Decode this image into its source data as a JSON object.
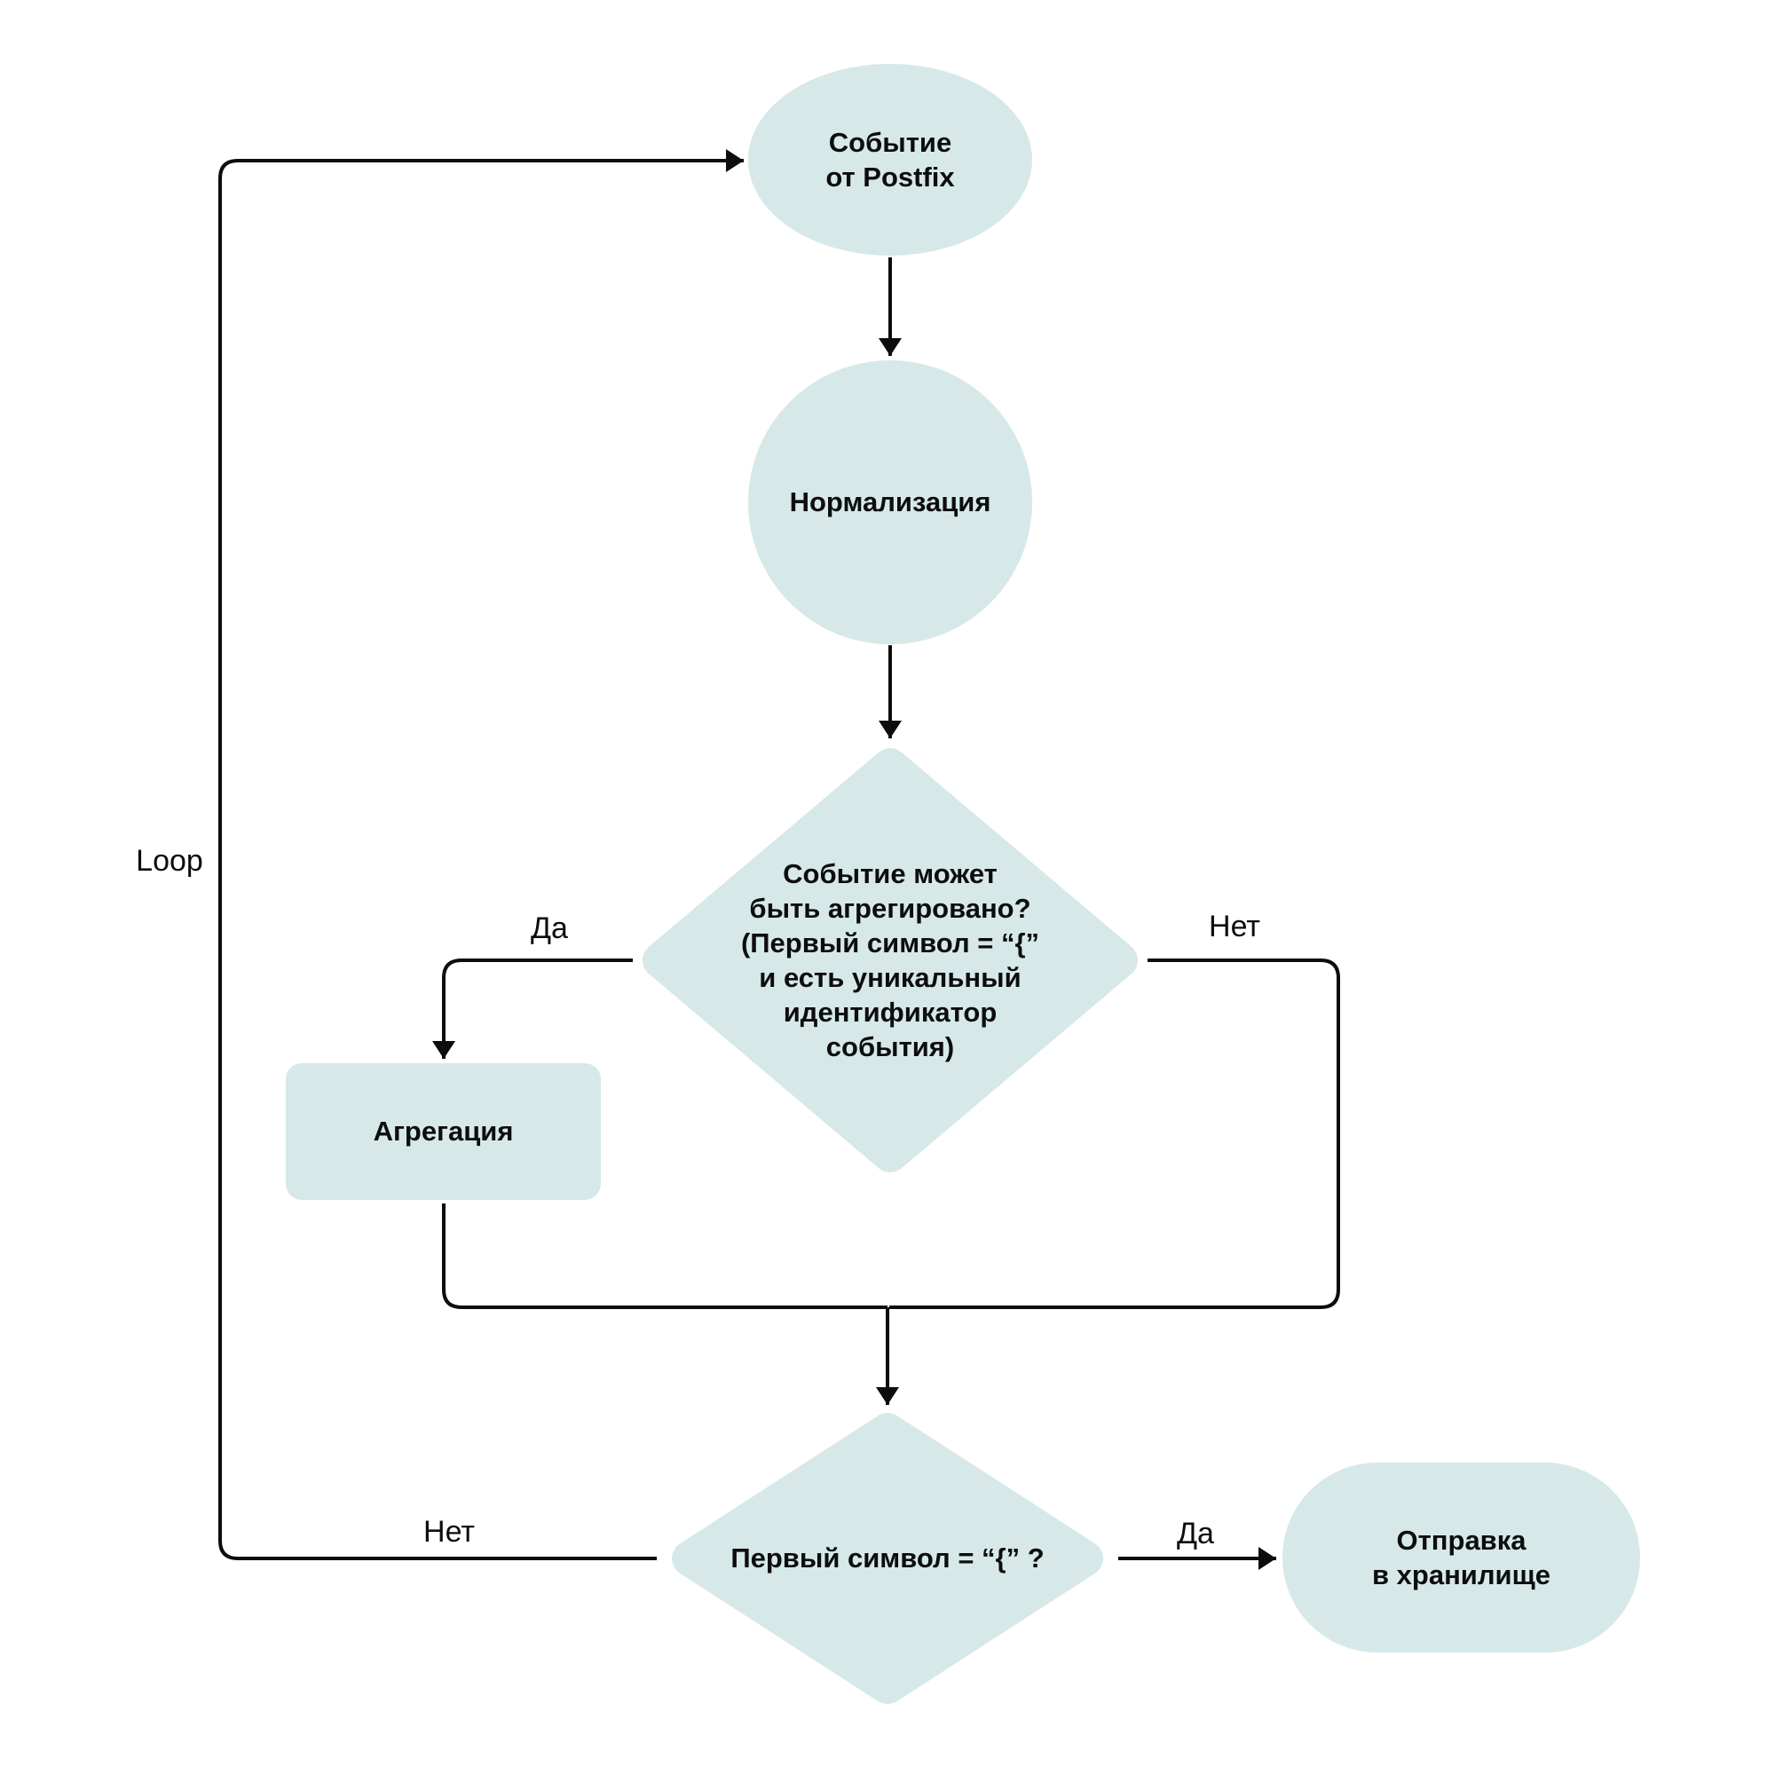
{
  "colors": {
    "node_fill": "#d7e8e8",
    "line": "#0d0d0d",
    "text": "#0d0d0d"
  },
  "nodes": {
    "start": {
      "label": "Событие\nот Postfix"
    },
    "normalization": {
      "label": "Нормализация"
    },
    "can_aggregate": {
      "label": "Событие может\nбыть агрегировано?\n(Первый символ  = “{”\nи есть уникальный\nидентификатор\nсобытия)"
    },
    "aggregation": {
      "label": "Агрегация"
    },
    "first_char": {
      "label": "Первый символ  = “{” ?"
    },
    "storage": {
      "label": "Отправка\nв хранилище"
    }
  },
  "edges": {
    "loop_label": "Loop",
    "can_aggregate_yes": "Да",
    "can_aggregate_no": "Нет",
    "first_char_no": "Нет",
    "first_char_yes": "Да"
  }
}
